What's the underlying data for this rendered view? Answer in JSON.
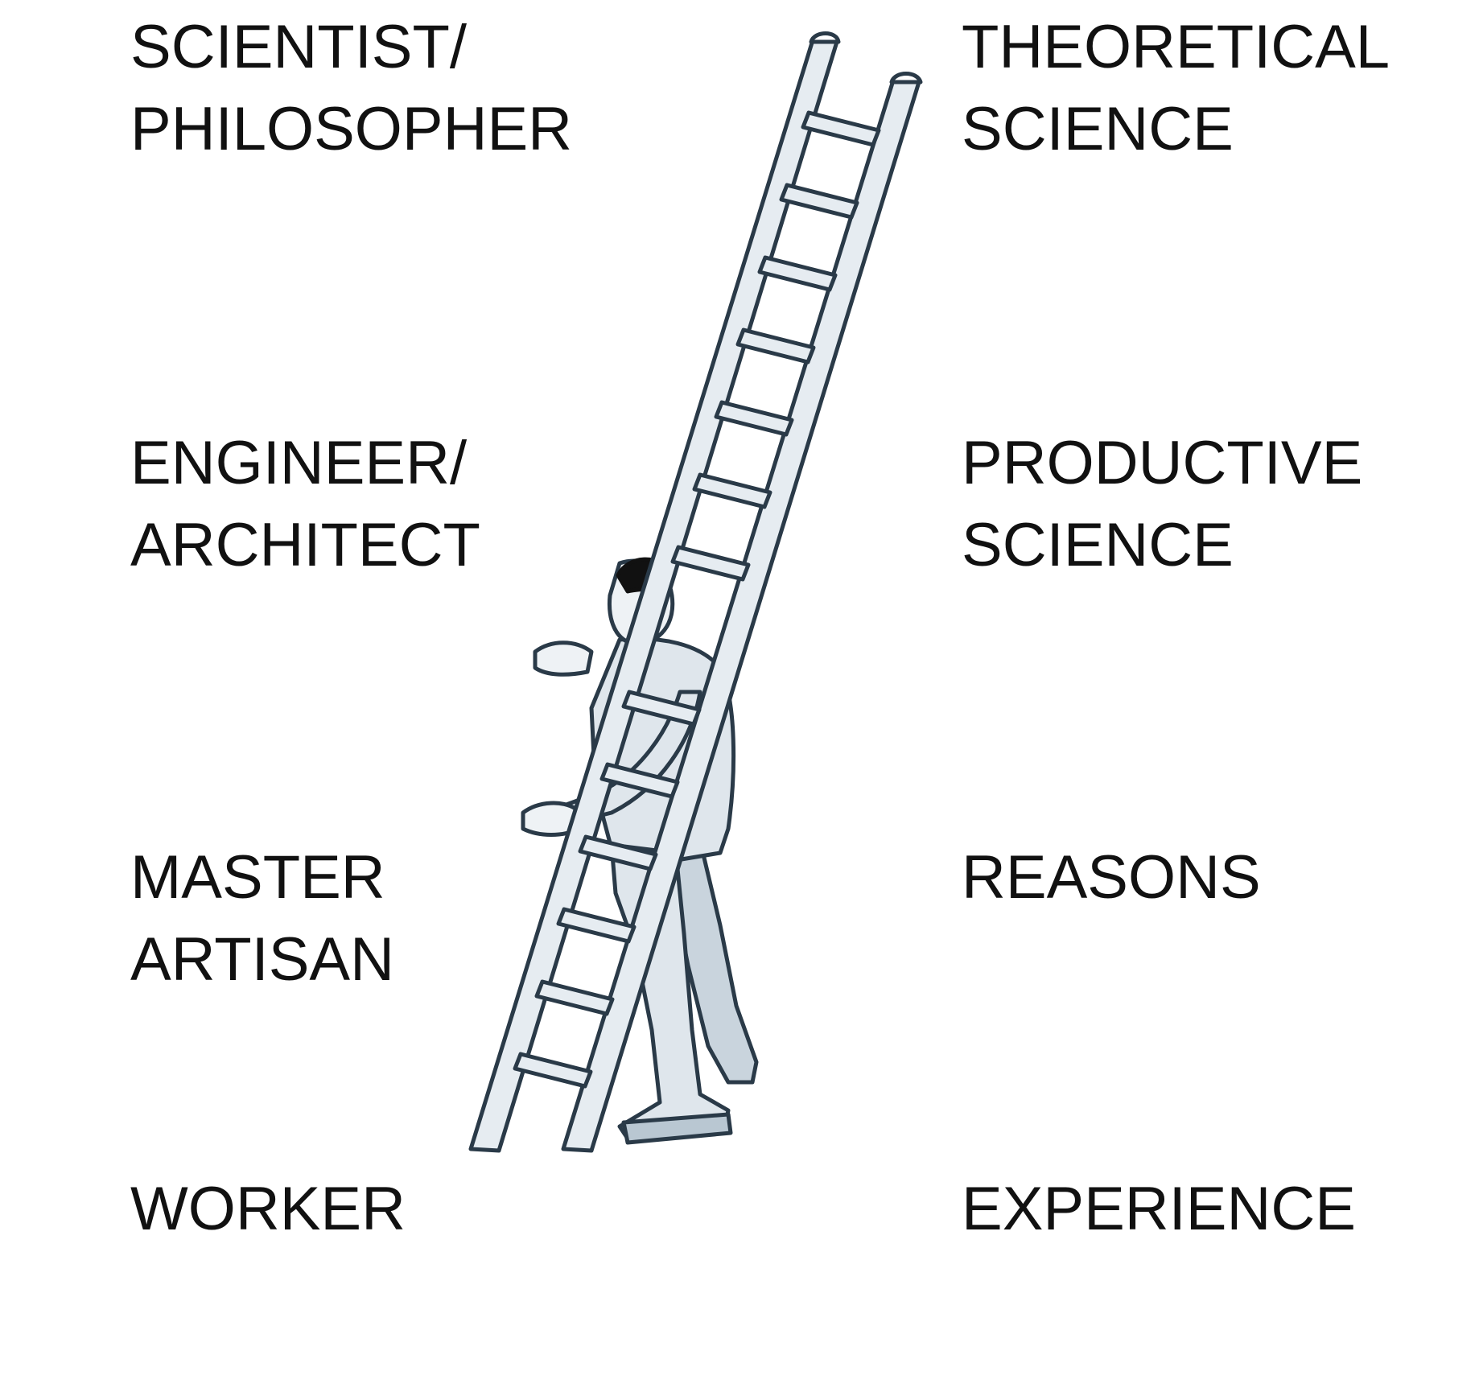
{
  "levels": [
    {
      "role": [
        "SCIENTIST/",
        "PHILOSOPHER"
      ],
      "knowledge": [
        "THEORETICAL",
        "SCIENCE"
      ]
    },
    {
      "role": [
        "ENGINEER/",
        "ARCHITECT"
      ],
      "knowledge": [
        "PRODUCTIVE",
        "SCIENCE"
      ]
    },
    {
      "role": [
        "MASTER",
        "ARTISAN"
      ],
      "knowledge": [
        "REASONS"
      ]
    },
    {
      "role": [
        "WORKER"
      ],
      "knowledge": [
        "EXPERIENCE"
      ]
    }
  ],
  "illustration": {
    "subject": "man-carrying-ladder",
    "colors": {
      "outline": "#2a3a48",
      "fill": "#dfe6ec",
      "shade": "#b9c7d2",
      "hair": "#111111"
    }
  }
}
